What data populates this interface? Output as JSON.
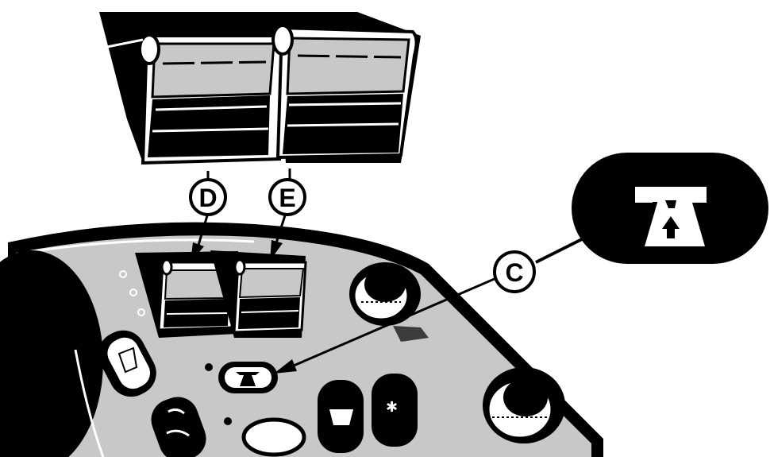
{
  "callouts": {
    "c": {
      "letter": "C"
    },
    "d": {
      "letter": "D"
    },
    "e": {
      "letter": "E"
    }
  },
  "icons": {
    "highway_symbol": "highway-road-arrow-icon",
    "mirror_heat": "mirror-heat-icon",
    "wiper": "wiper-icon",
    "fan": "fan-icon",
    "defrost": "defrost-icon"
  },
  "colors": {
    "ink": "#000000",
    "panel": "#c8c8c8",
    "paper": "#ffffff"
  }
}
